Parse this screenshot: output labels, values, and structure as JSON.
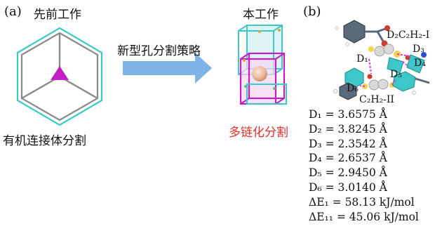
{
  "panel_a": {
    "label": "(a)",
    "title": "先前工作",
    "caption": "有机连接体分割"
  },
  "arrow": {
    "label": "新型孔分割策略"
  },
  "panel_center": {
    "title": "本工作",
    "caption": "多链化分割"
  },
  "panel_b": {
    "label": "(b)",
    "mol_labels": {
      "d2": "D₂C₂H₂-I",
      "d1": "D₁",
      "d3": "D₃",
      "d4": "D₄",
      "d5": "D₅",
      "d6": "D₆",
      "c2h2_ii": "C₂H₂-II"
    },
    "distances": [
      "D₁ = 3.6575 Å",
      "D₂ = 3.8245 Å",
      "D₃ = 2.3542 Å",
      "D₄ = 2.6537 Å",
      "D₅ = 2.9450 Å",
      "D₆ = 3.0140 Å",
      "ΔE₁ = 58.13 kJ/mol",
      "ΔE₁₁ = 45.06 kJ/mol"
    ]
  },
  "colors": {
    "cyan": "#3cc9c9",
    "magenta": "#c41fc4",
    "red_text": "#e0312c",
    "arrow_blue": "#7fb2e5",
    "gray": "#8a8a8a"
  }
}
